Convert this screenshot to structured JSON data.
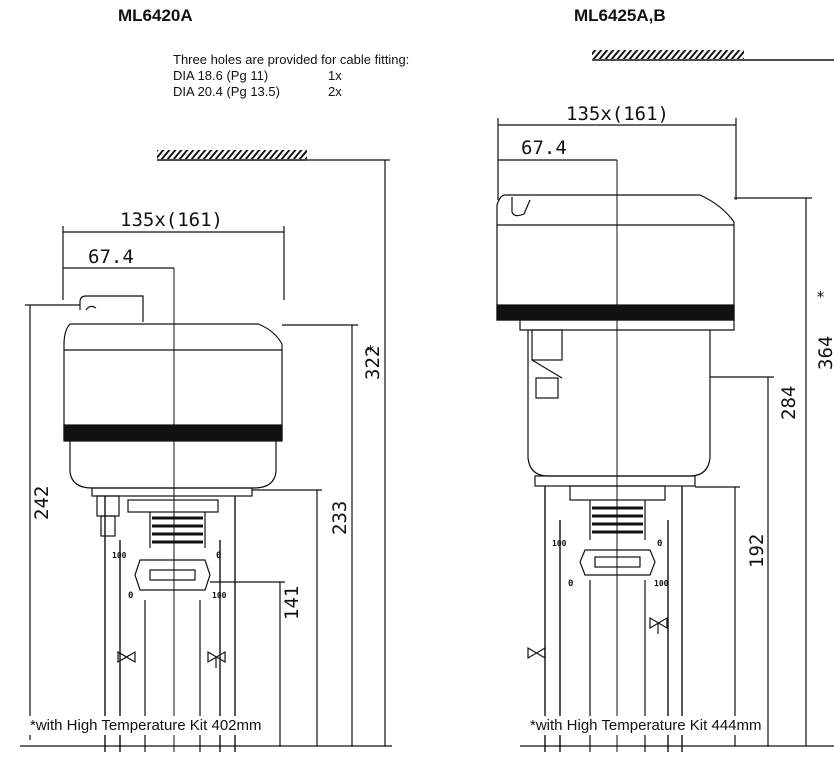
{
  "left": {
    "title": "ML6420A",
    "holes_heading": "Three holes are provided for cable fitting:",
    "holes": [
      {
        "desc": "DIA 18.6 (Pg 11)",
        "qty": "1x"
      },
      {
        "desc": "DIA 20.4 (Pg 13.5)",
        "qty": "2x"
      }
    ],
    "dim_width": "135x(161)",
    "dim_half": "67.4",
    "dim_242": "242",
    "dim_322": "322",
    "dim_233": "233",
    "dim_141": "141",
    "star": "*",
    "scale_100": "100",
    "scale_0": "0",
    "note": "*with High Temperature Kit 402mm"
  },
  "right": {
    "title": "ML6425A,B",
    "dim_width": "135x(161)",
    "dim_half": "67.4",
    "dim_364": "364",
    "dim_284": "284",
    "dim_192": "192",
    "star": "*",
    "scale_100": "100",
    "scale_0": "0",
    "note": "*with High Temperature Kit 444mm"
  }
}
